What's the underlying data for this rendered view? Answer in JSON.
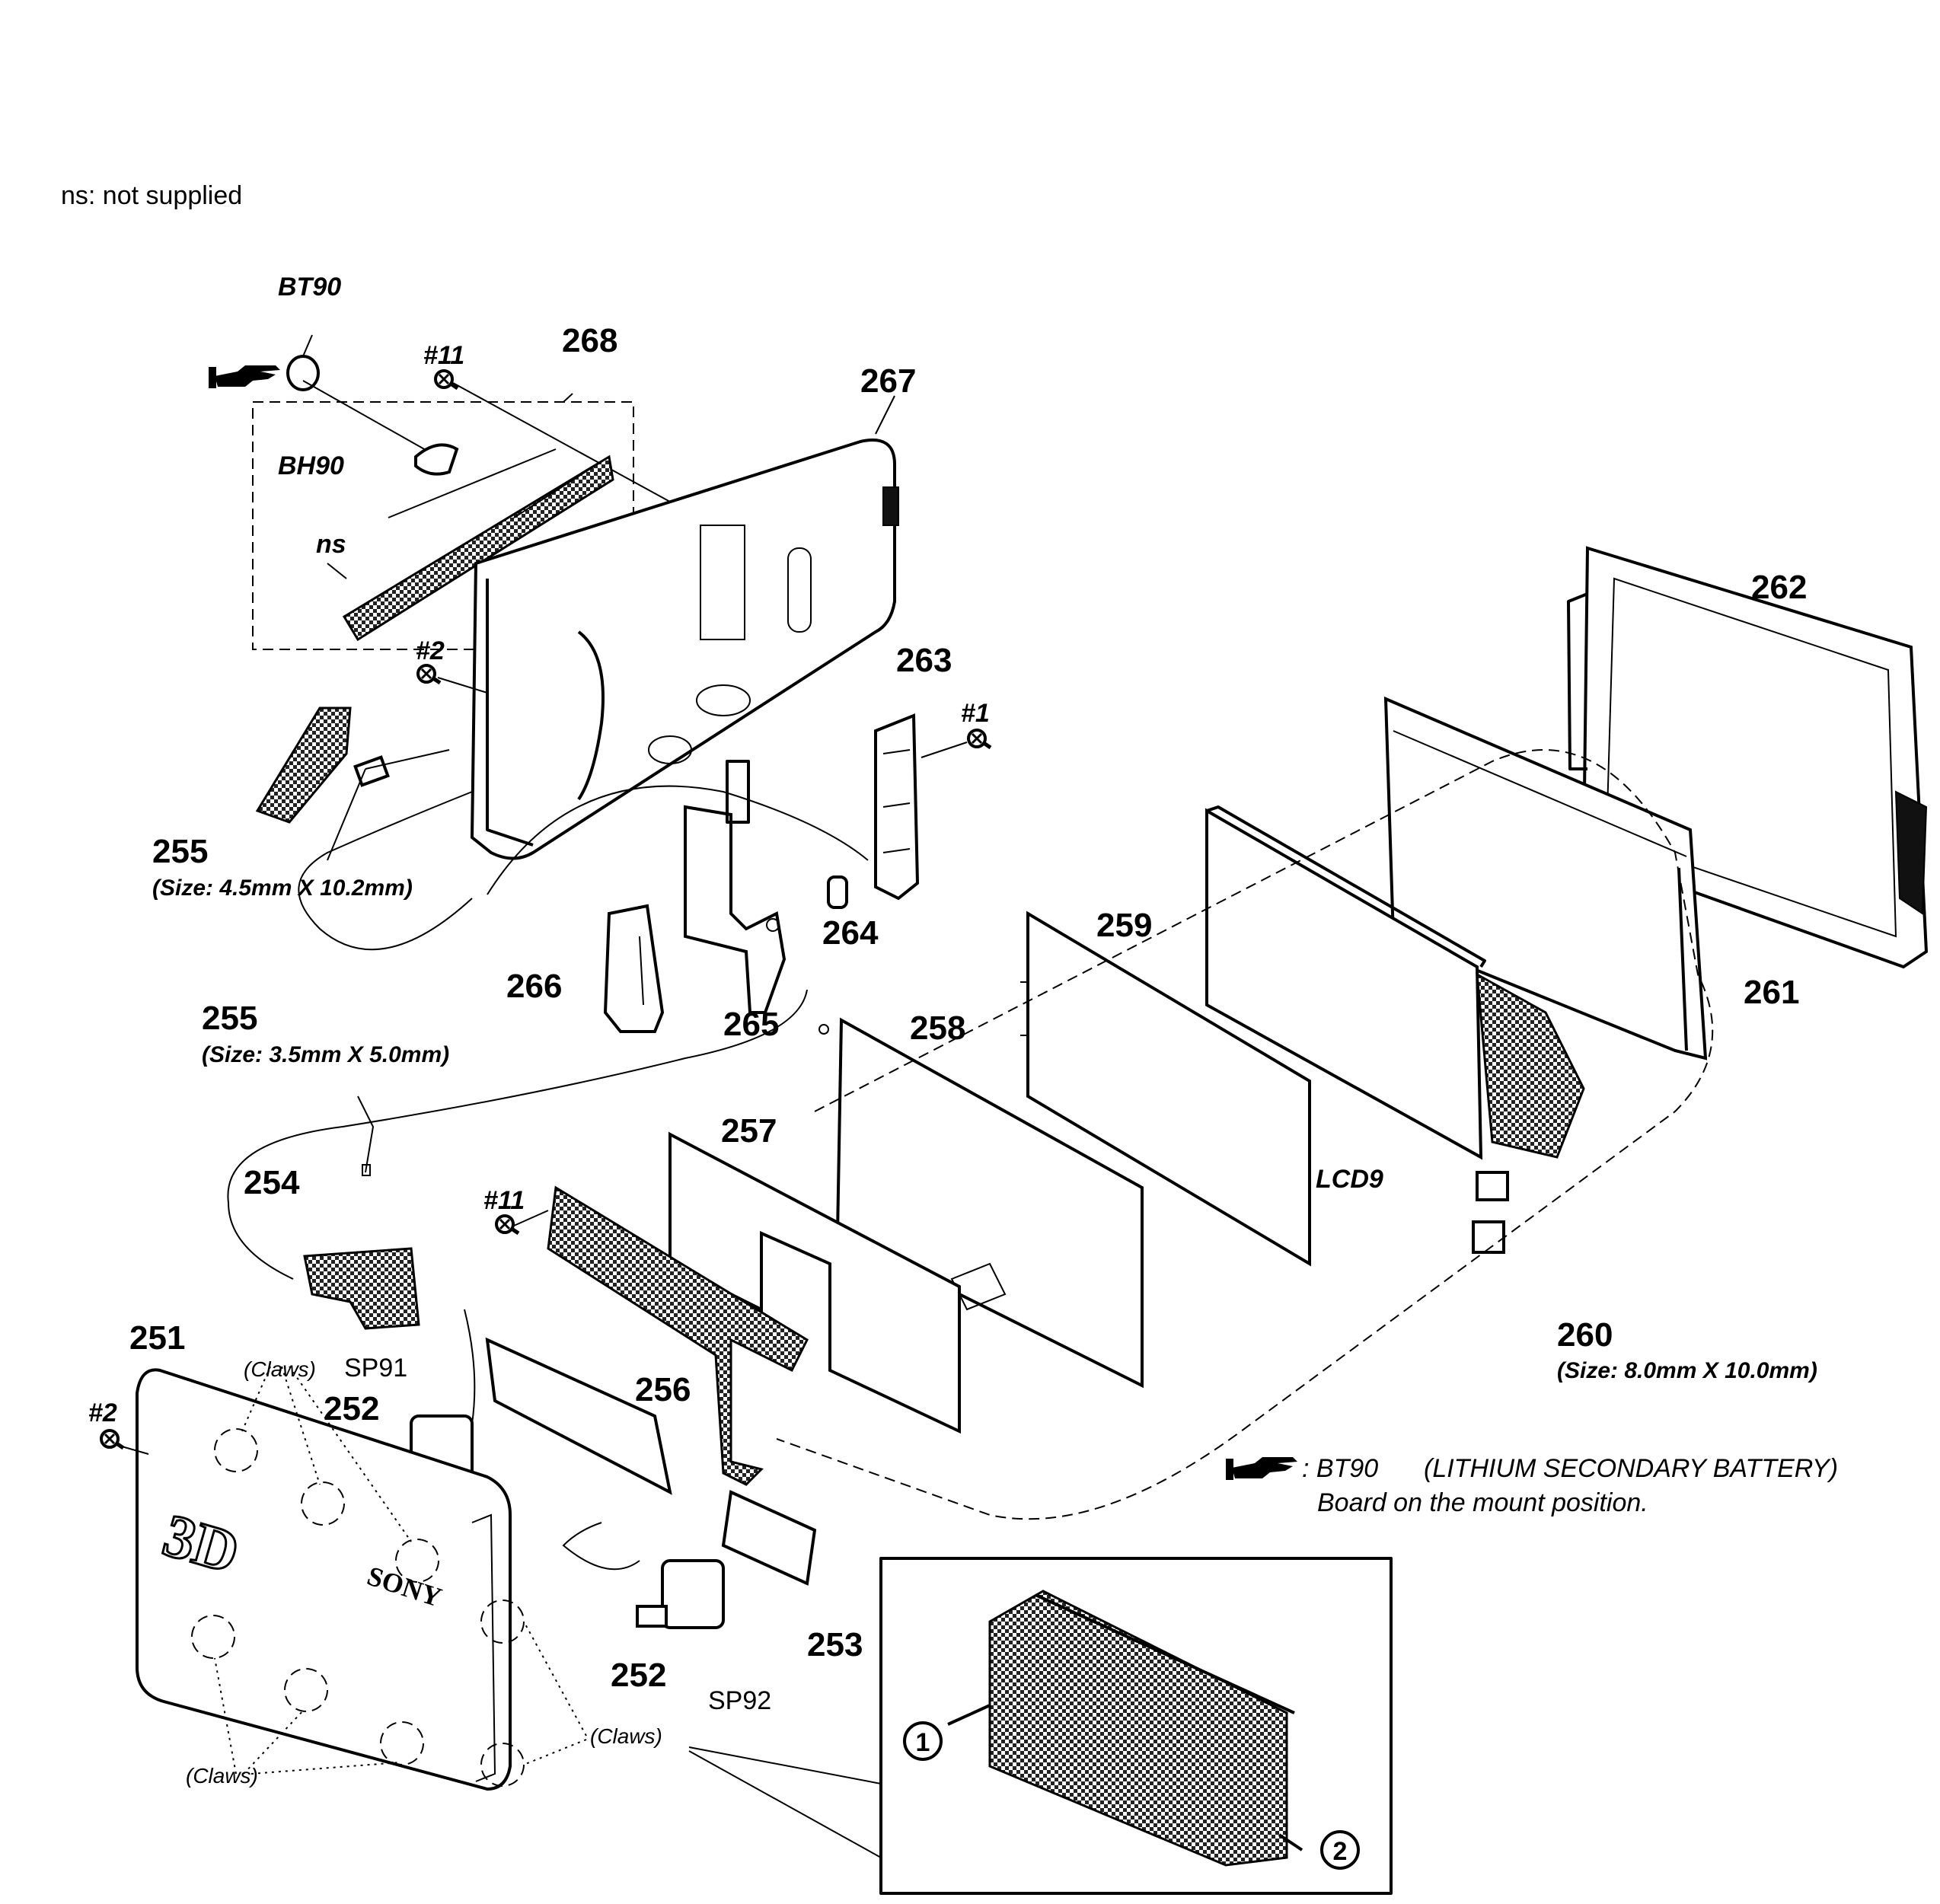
{
  "note_ns": "ns: not supplied",
  "labels": {
    "bt90": "BT90",
    "bh90": "BH90",
    "ns": "ns",
    "p268": "268",
    "p267": "267",
    "s11_top": "#11",
    "s2_top": "#2",
    "p263": "263",
    "s1": "#1",
    "p262": "262",
    "p255a": "255",
    "p255a_size": "(Size: 4.5mm X 10.2mm)",
    "p266": "266",
    "p265": "265",
    "p264": "264",
    "p259": "259",
    "p261": "261",
    "p258": "258",
    "p255b": "255",
    "p255b_size": "(Size: 3.5mm X 5.0mm)",
    "p257": "257",
    "lcd9": "LCD9",
    "p254": "254",
    "s11_mid": "#11",
    "p260": "260",
    "p260_size": "(Size: 8.0mm X 10.0mm)",
    "p251": "251",
    "claws1": "(Claws)",
    "sp91": "SP91",
    "p256": "256",
    "s2_bot": "#2",
    "p252a": "252",
    "p253": "253",
    "p252b": "252",
    "sp92": "SP92",
    "claws2": "(Claws)",
    "claws3": "(Claws)",
    "circ1": "1",
    "circ2": "2",
    "legend_ref": ": BT90",
    "legend_desc": "(LITHIUM SECONDARY BATTERY)",
    "legend_line2": "Board on the mount position.",
    "sony": "SONY",
    "mark3d": "3D"
  },
  "icons": [
    "pointing-hand-icon",
    "screw-icon",
    "circled-number-icon"
  ]
}
